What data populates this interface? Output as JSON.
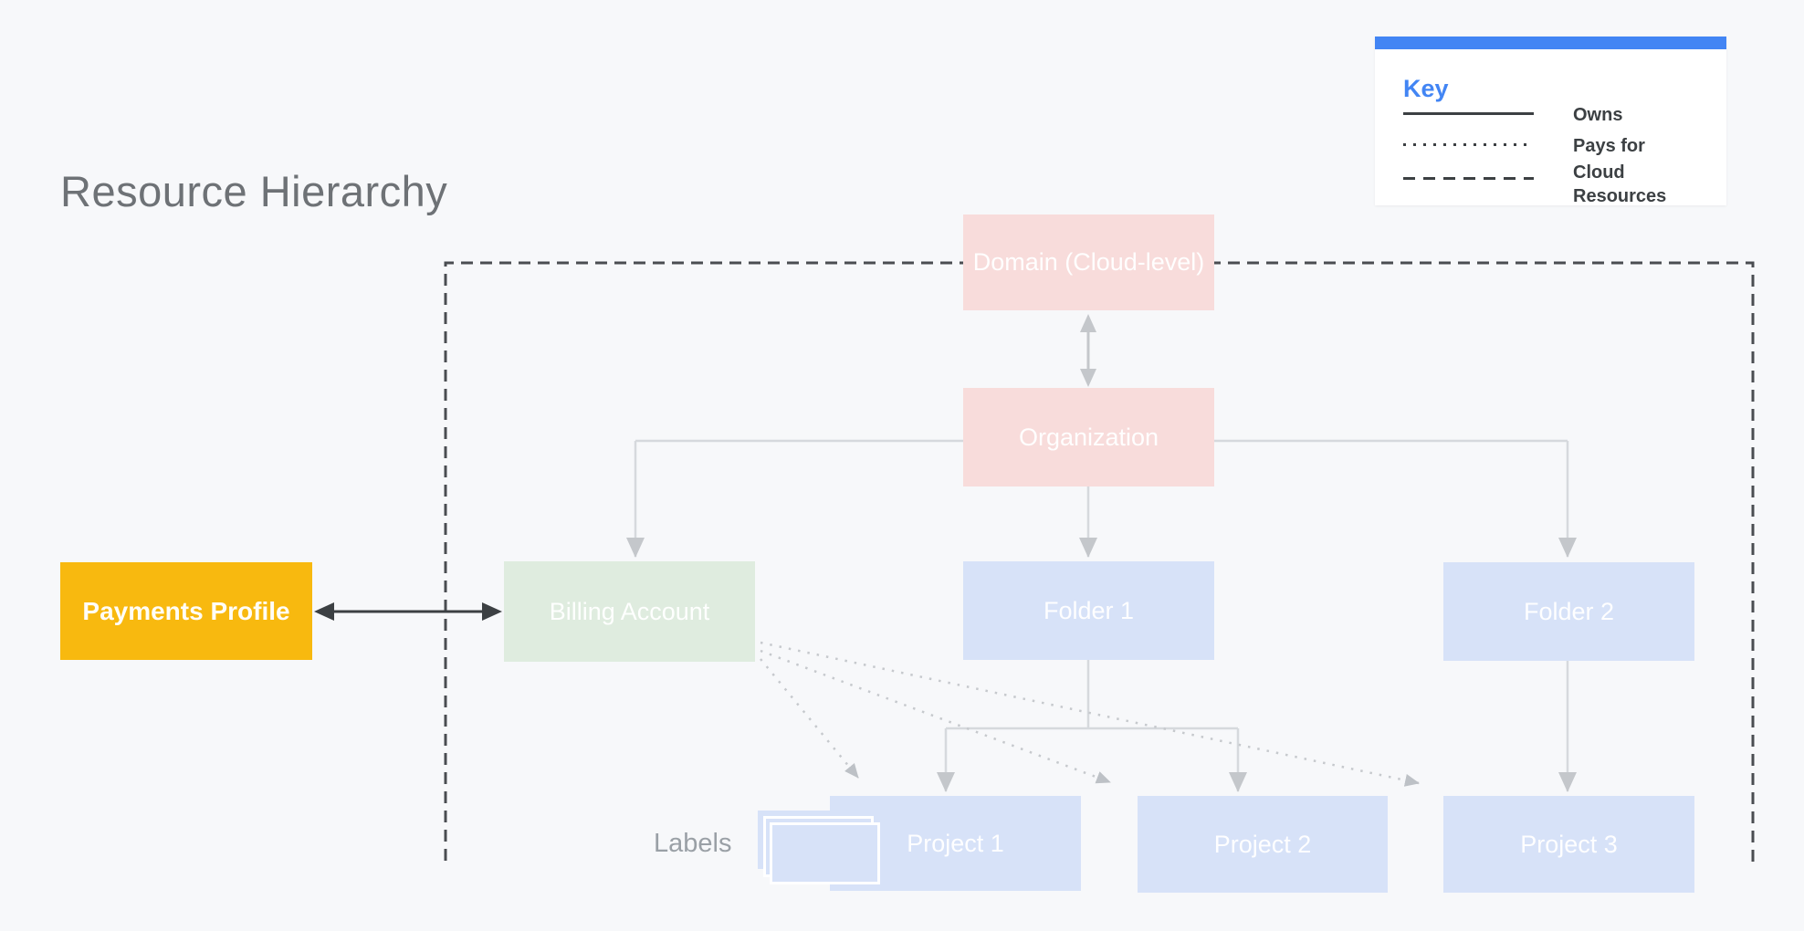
{
  "title": "Resource Hierarchy",
  "legend": {
    "title": "Key",
    "items": [
      {
        "style": "solid",
        "label": "Owns"
      },
      {
        "style": "dotted",
        "label": "Pays for"
      },
      {
        "style": "dashed",
        "label": "Cloud Resources"
      }
    ]
  },
  "nodes": {
    "domain": {
      "label": "Domain (Cloud-level)",
      "color": "#F8DCDB"
    },
    "organization": {
      "label": "Organization",
      "color": "#F8DCDB"
    },
    "payments_profile": {
      "label": "Payments Profile",
      "color": "#F8B90F"
    },
    "billing_account": {
      "label": "Billing Account",
      "color": "#DFECDF"
    },
    "folder1": {
      "label": "Folder 1",
      "color": "#D7E2F8"
    },
    "folder2": {
      "label": "Folder 2",
      "color": "#D7E2F8"
    },
    "project1": {
      "label": "Project 1",
      "color": "#D7E2F8"
    },
    "project2": {
      "label": "Project 2",
      "color": "#D7E2F8"
    },
    "project3": {
      "label": "Project 3",
      "color": "#D7E2F8"
    }
  },
  "annotations": {
    "labels": "Labels"
  },
  "colors": {
    "background": "#F7F8FA",
    "accent_blue": "#4285F4",
    "dark_line": "#3C4043",
    "dashed_border": "#4A4D51",
    "light_connector": "#D6D9DD",
    "title_text": "#6E7276"
  }
}
